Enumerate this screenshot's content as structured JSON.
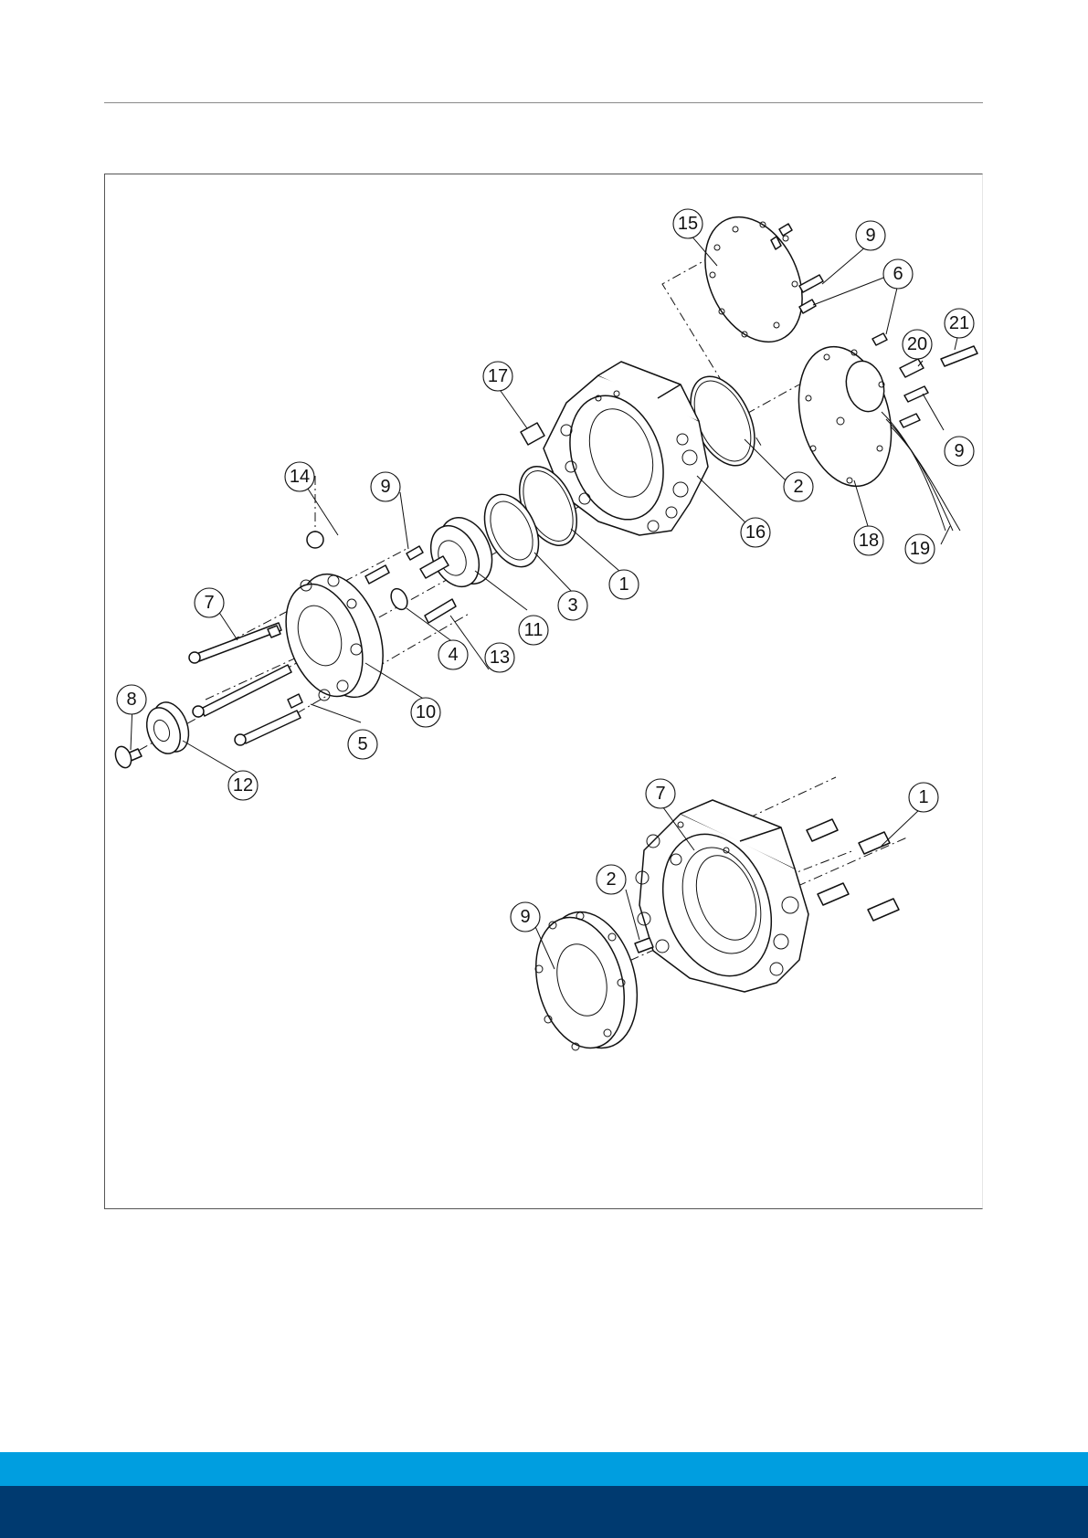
{
  "colors": {
    "footer_light": "#009ee0",
    "footer_dark": "#003a70"
  },
  "diagram": {
    "top_assembly": {
      "callouts": [
        {
          "id": "c15",
          "label": "15"
        },
        {
          "id": "c9a",
          "label": "9"
        },
        {
          "id": "c6",
          "label": "6"
        },
        {
          "id": "c21",
          "label": "21"
        },
        {
          "id": "c20",
          "label": "20"
        },
        {
          "id": "c17",
          "label": "17"
        },
        {
          "id": "c9b",
          "label": "9"
        },
        {
          "id": "c2",
          "label": "2"
        },
        {
          "id": "c18",
          "label": "18"
        },
        {
          "id": "c19",
          "label": "19"
        },
        {
          "id": "c16",
          "label": "16"
        },
        {
          "id": "c14",
          "label": "14"
        },
        {
          "id": "c9c",
          "label": "9"
        },
        {
          "id": "c1",
          "label": "1"
        },
        {
          "id": "c3",
          "label": "3"
        },
        {
          "id": "c11",
          "label": "11"
        },
        {
          "id": "c7",
          "label": "7"
        },
        {
          "id": "c4",
          "label": "4"
        },
        {
          "id": "c13",
          "label": "13"
        },
        {
          "id": "c10",
          "label": "10"
        },
        {
          "id": "c8",
          "label": "8"
        },
        {
          "id": "c5",
          "label": "5"
        },
        {
          "id": "c12",
          "label": "12"
        }
      ]
    },
    "bottom_assembly": {
      "callouts": [
        {
          "id": "d7",
          "label": "7"
        },
        {
          "id": "d1",
          "label": "1"
        },
        {
          "id": "d2",
          "label": "2"
        },
        {
          "id": "d9",
          "label": "9"
        }
      ]
    }
  }
}
